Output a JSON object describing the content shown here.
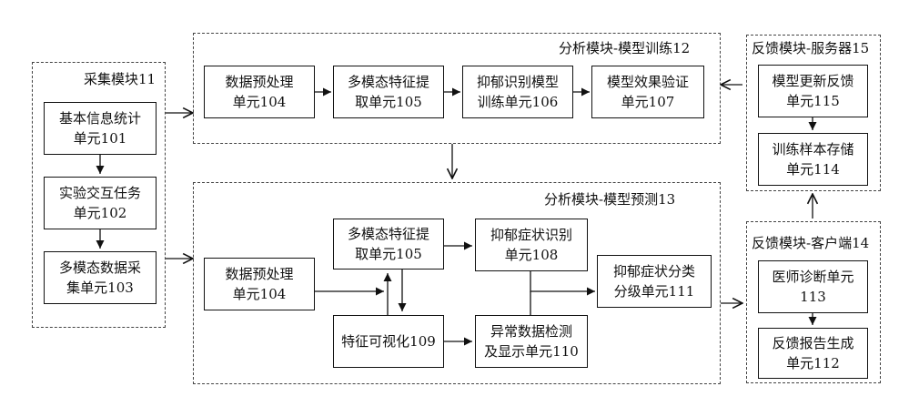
{
  "groups": {
    "collect": "采集模块11",
    "train": "分析模块-模型训练12",
    "predict": "分析模块-模型预测13",
    "server": "反馈模块-服务器15",
    "client": "反馈模块-客户端14"
  },
  "boxes": {
    "stat_101": [
      "基本信息统计",
      "单元101"
    ],
    "task_102": [
      "实验交互任务",
      "单元102"
    ],
    "collect_103": [
      "多模态数据采",
      "集单元103"
    ],
    "pre_104_train": [
      "数据预处理",
      "单元104"
    ],
    "feat_105_train": [
      "多模态特征提",
      "取单元105"
    ],
    "dep_106": [
      "抑郁识别模型",
      "训练单元106"
    ],
    "eval_107": [
      "模型效果验证",
      "单元107"
    ],
    "update_115": [
      "模型更新反馈",
      "单元115"
    ],
    "store_114": [
      "训练样本存储",
      "单元114"
    ],
    "pre_104_pred": [
      "数据预处理",
      "单元104"
    ],
    "feat_105_pred": [
      "多模态特征提",
      "取单元105"
    ],
    "sym_108": [
      "抑郁症状识别",
      "单元108"
    ],
    "grade_111": [
      "抑郁症状分类",
      "分级单元111"
    ],
    "vis_109": [
      "特征可视化109"
    ],
    "anom_110": [
      "异常数据检测",
      "及显示单元110"
    ],
    "doctor_113": [
      "医师诊断单元",
      "113"
    ],
    "report_112": [
      "反馈报告生成",
      "单元112"
    ]
  }
}
